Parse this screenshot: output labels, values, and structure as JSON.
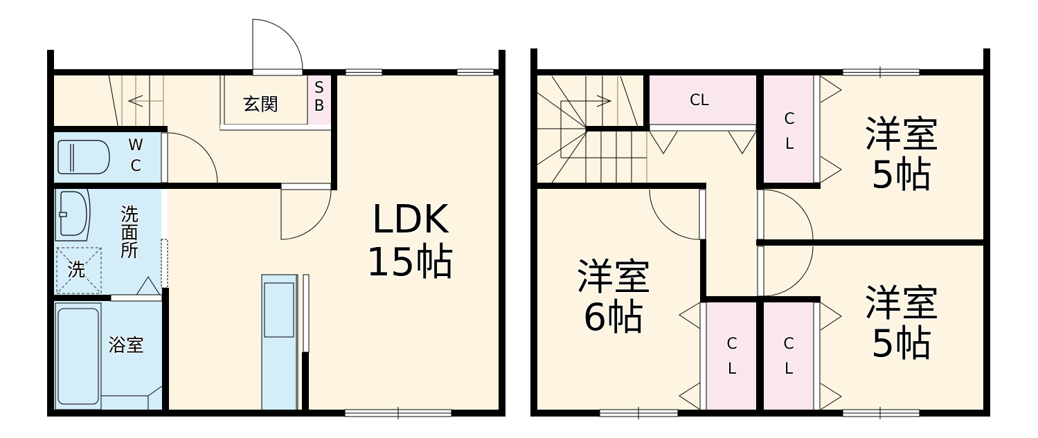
{
  "colors": {
    "floor": "#fdf5e2",
    "wet": "#d3edf9",
    "closet": "#fae6ef",
    "wall": "#000000"
  },
  "floor1": {
    "entrance": {
      "label": "玄関"
    },
    "shoe_box": {
      "label_1": "S",
      "label_2": "B"
    },
    "toilet": {
      "label_1": "W",
      "label_2": "C"
    },
    "washroom": {
      "label_1": "洗",
      "label_2": "面",
      "label_3": "所"
    },
    "washer": {
      "label": "洗"
    },
    "bathroom": {
      "label": "浴室"
    },
    "ldk": {
      "name": "LDK",
      "size": "15帖"
    }
  },
  "floor2": {
    "closet_top": {
      "label": "CL"
    },
    "bedroom_ne": {
      "name": "洋室",
      "size": "5帖"
    },
    "closet_ne": {
      "label_1": "C",
      "label_2": "L"
    },
    "bedroom_w": {
      "name": "洋室",
      "size": "6帖"
    },
    "closet_sw": {
      "label_1": "C",
      "label_2": "L"
    },
    "closet_se": {
      "label_1": "C",
      "label_2": "L"
    },
    "bedroom_se": {
      "name": "洋室",
      "size": "5帖"
    }
  }
}
